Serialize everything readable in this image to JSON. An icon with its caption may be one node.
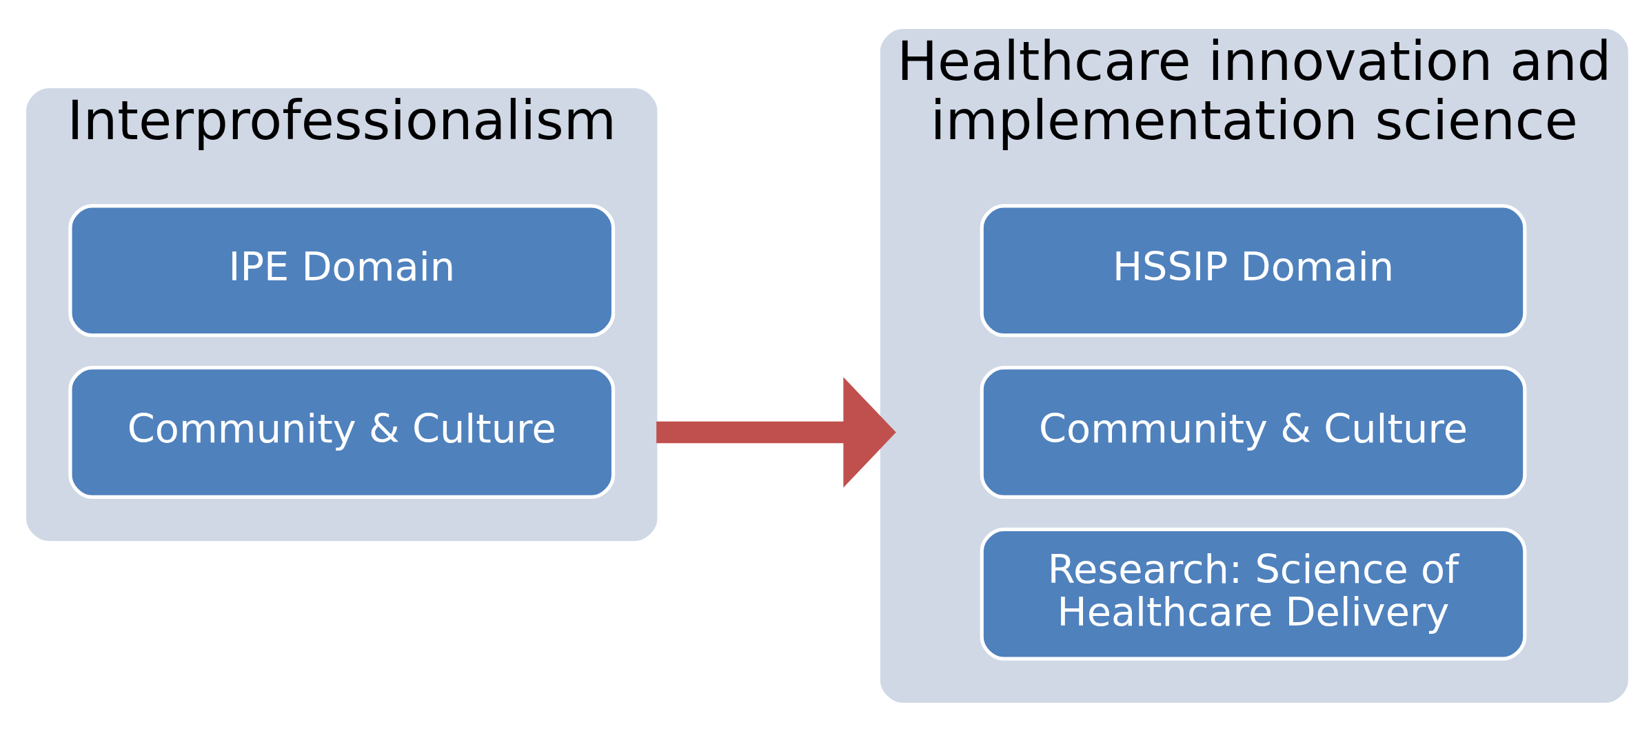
{
  "diagram": {
    "nodes": [
      {
        "text": [
          "Interprofessionalism"
        ]
      },
      {
        "text": [
          "IPE Domain"
        ],
        "in": 0
      },
      {
        "text": [
          "Community & Culture"
        ],
        "in": 0
      },
      {
        "text": [
          "Healthcare innovation and implementation science"
        ]
      },
      {
        "text": [
          "HSSIP Domain"
        ],
        "in": 3
      },
      {
        "text": [
          "Community & Culture"
        ],
        "in": 3
      },
      {
        "text": [
          "Research: Science of Healthcare Delivery"
        ],
        "in": 3
      }
    ],
    "edges": [
      {
        "from": 0,
        "to": 3,
        "arrow": "to",
        "color": "#c0504d"
      }
    ]
  }
}
